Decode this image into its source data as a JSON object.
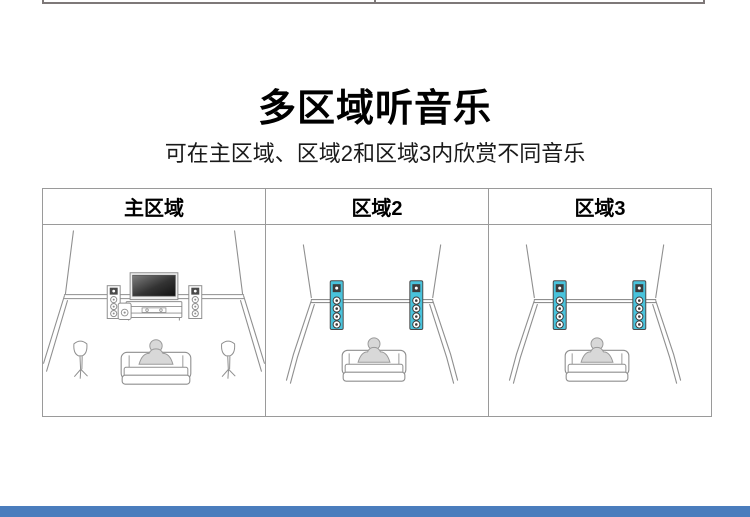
{
  "header": {
    "title": "多区域听音乐",
    "subtitle": "可在主区域、区域2和区域3内欣赏不同音乐"
  },
  "panels": [
    {
      "label": "主区域",
      "diagram_icon": "living-room-tv-surround-system-icon"
    },
    {
      "label": "区域2",
      "diagram_icon": "room-with-zone-speakers-icon"
    },
    {
      "label": "区域3",
      "diagram_icon": "room-with-zone-speakers-icon"
    }
  ],
  "colors": {
    "accent_speaker": "#49c3dc",
    "line_art": "#8f8f8f",
    "panel_border": "#9a9a9a",
    "header_text": "#000000",
    "subtitle_text": "#1a1a1a",
    "bottom_band": "#4a7dbd",
    "remnant_border": "#7e7878"
  }
}
